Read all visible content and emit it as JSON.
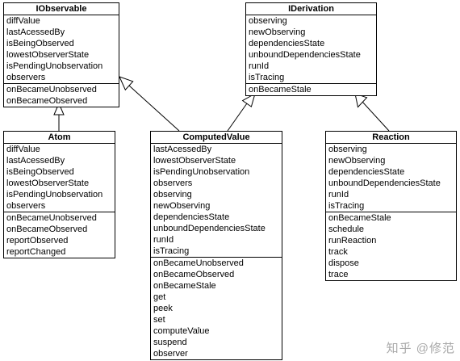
{
  "classes": {
    "iobservable": {
      "name": "IObservable",
      "attributes": [
        "diffValue",
        "lastAcessedBy",
        "isBeingObserved",
        "lowestObserverState",
        "isPendingUnobservation",
        "observers"
      ],
      "methods": [
        "onBecameUnobserved",
        "onBecameObserved"
      ]
    },
    "iderivation": {
      "name": "IDerivation",
      "attributes": [
        "observing",
        "newObserving",
        "dependenciesState",
        "unboundDependenciesState",
        "runId",
        "isTracing"
      ],
      "methods": [
        "onBecameStale"
      ]
    },
    "atom": {
      "name": "Atom",
      "attributes": [
        "diffValue",
        "lastAcessedBy",
        "isBeingObserved",
        "lowestObserverState",
        "isPendingUnobservation",
        "observers"
      ],
      "methods": [
        "onBecameUnobserved",
        "onBecameObserved",
        "reportObserved",
        "reportChanged"
      ]
    },
    "computedvalue": {
      "name": "ComputedValue",
      "attributes": [
        "lastAcessedBy",
        "lowestObserverState",
        "isPendingUnobservation",
        "observers",
        "observing",
        "newObserving",
        "dependenciesState",
        "unboundDependenciesState",
        "runId",
        "isTracing"
      ],
      "methods": [
        "onBecameUnobserved",
        "onBecameObserved",
        "onBecameStale",
        "get",
        "peek",
        "set",
        "computeValue",
        "suspend",
        "observer"
      ]
    },
    "reaction": {
      "name": "Reaction",
      "attributes": [
        "observing",
        "newObserving",
        "dependenciesState",
        "unboundDependenciesState",
        "runId",
        "isTracing"
      ],
      "methods": [
        "onBecameStale",
        "schedule",
        "runReaction",
        "track",
        "dispose",
        "trace"
      ]
    }
  },
  "relations": [
    {
      "from": "atom",
      "to": "iobservable",
      "kind": "generalization"
    },
    {
      "from": "computedvalue",
      "to": "iobservable",
      "kind": "generalization"
    },
    {
      "from": "computedvalue",
      "to": "iderivation",
      "kind": "generalization"
    },
    {
      "from": "reaction",
      "to": "iderivation",
      "kind": "generalization"
    }
  ],
  "watermark": "知乎 @修范"
}
